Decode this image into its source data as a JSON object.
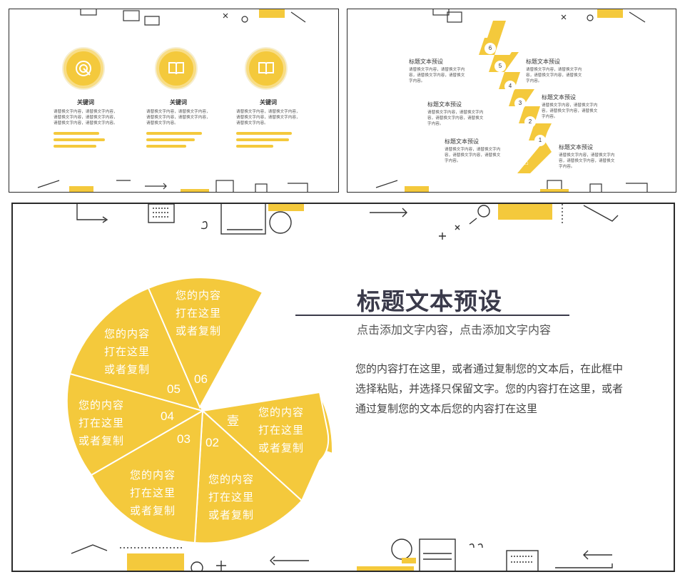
{
  "slide_a": {
    "columns": [
      {
        "title": "关键词",
        "text": "请替换文字内容，请替换文字内容，请替换文字内容，请替换文字内容，请替换文字内容，请替换文字内容。",
        "icon": "target-icon"
      },
      {
        "title": "关键词",
        "text": "请替换文字内容，请替换文字内容，请替换文字内容，请替换文字内容，请替换文字内容。",
        "icon": "book-icon"
      },
      {
        "title": "关键词",
        "text": "请替换文字内容，请替换文字内容，请替换文字内容，请替换文字内容，请替换文字内容。",
        "icon": "book-icon"
      }
    ]
  },
  "slide_b": {
    "steps": [
      "1",
      "2",
      "3",
      "4",
      "5",
      "6"
    ],
    "labels": [
      {
        "title": "标题文本预设",
        "text": "请替换文字内容，请替换文字内容，请替换文字内容，请替换文字内容。"
      },
      {
        "title": "标题文本预设",
        "text": "请替换文字内容，请替换文字内容，请替换文字内容，请替换文字内容。"
      },
      {
        "title": "标题文本预设",
        "text": "请替换文字内容，请替换文字内容，请替换文字内容，请替换文字内容。"
      },
      {
        "title": "标题文本预设",
        "text": "请替换文字内容，请替换文字内容，请替换文字内容，请替换文字内容。"
      },
      {
        "title": "标题文本预设",
        "text": "请替换文字内容，请替换文字内容，请替换文字内容，请替换文字内容。"
      },
      {
        "title": "标题文本预设",
        "text": "请替换文字内容，请替换文字内容，请替换文字内容，请替换文字内容。"
      }
    ]
  },
  "slide_c": {
    "title": "标题文本预设",
    "subtitle": "点击添加文字内容，点击添加文字内容",
    "body": "您的内容打在这里，或者通过复制您的文本后，在此框中选择粘贴，并选择只保留文字。您的内容打在这里，或者通过复制您的文本后您的内容打在这里",
    "segments": [
      {
        "num": "壹",
        "lines": [
          "您的内容",
          "打在这里",
          "或者复制"
        ]
      },
      {
        "num": "02",
        "lines": [
          "您的内容",
          "打在这里",
          "或者复制"
        ]
      },
      {
        "num": "03",
        "lines": [
          "您的内容",
          "打在这里",
          "或者复制"
        ]
      },
      {
        "num": "04",
        "lines": [
          "您的内容",
          "打在这里",
          "或者复制"
        ]
      },
      {
        "num": "05",
        "lines": [
          "您的内容",
          "打在这里",
          "或者复制"
        ]
      },
      {
        "num": "06",
        "lines": [
          "您的内容",
          "打在这里",
          "或者复制"
        ]
      }
    ],
    "accent_color": "#f4c93c",
    "text_color": "#3a3a4a"
  }
}
